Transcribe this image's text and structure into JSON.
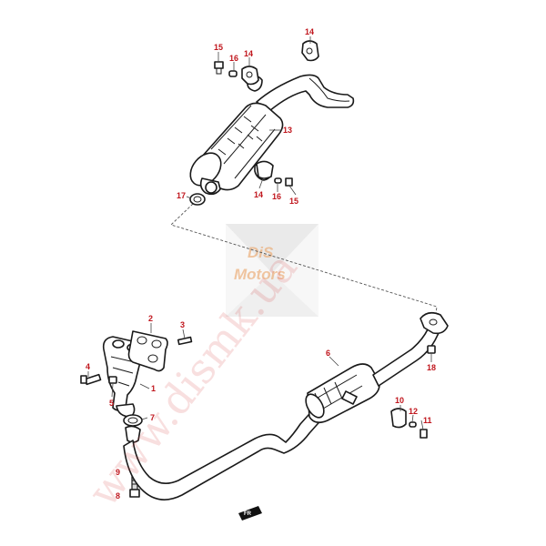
{
  "watermark": {
    "text": "www.dismk.ua"
  },
  "logo": {
    "line1": "DiS",
    "line2": "Motors"
  },
  "fr_marker": {
    "text": "FR"
  },
  "callouts": [
    {
      "id": "c1",
      "text": "1"
    },
    {
      "id": "c2",
      "text": "2"
    },
    {
      "id": "c3",
      "text": "3"
    },
    {
      "id": "c4",
      "text": "4"
    },
    {
      "id": "c5",
      "text": "5"
    },
    {
      "id": "c6",
      "text": "6"
    },
    {
      "id": "c7",
      "text": "7"
    },
    {
      "id": "c8",
      "text": "8"
    },
    {
      "id": "c9",
      "text": "9"
    },
    {
      "id": "c10",
      "text": "10"
    },
    {
      "id": "c11",
      "text": "11"
    },
    {
      "id": "c12",
      "text": "12"
    },
    {
      "id": "c13",
      "text": "13"
    },
    {
      "id": "c14a",
      "text": "14"
    },
    {
      "id": "c14b",
      "text": "14"
    },
    {
      "id": "c14c",
      "text": "14"
    },
    {
      "id": "c15a",
      "text": "15"
    },
    {
      "id": "c15b",
      "text": "15"
    },
    {
      "id": "c16a",
      "text": "16"
    },
    {
      "id": "c16b",
      "text": "16"
    },
    {
      "id": "c17",
      "text": "17"
    },
    {
      "id": "c18",
      "text": "18"
    }
  ],
  "colors": {
    "callout": "#c0161d",
    "line": "#1a1a1a",
    "watermark": "#d23b3b",
    "logo": "#e58a3a"
  }
}
